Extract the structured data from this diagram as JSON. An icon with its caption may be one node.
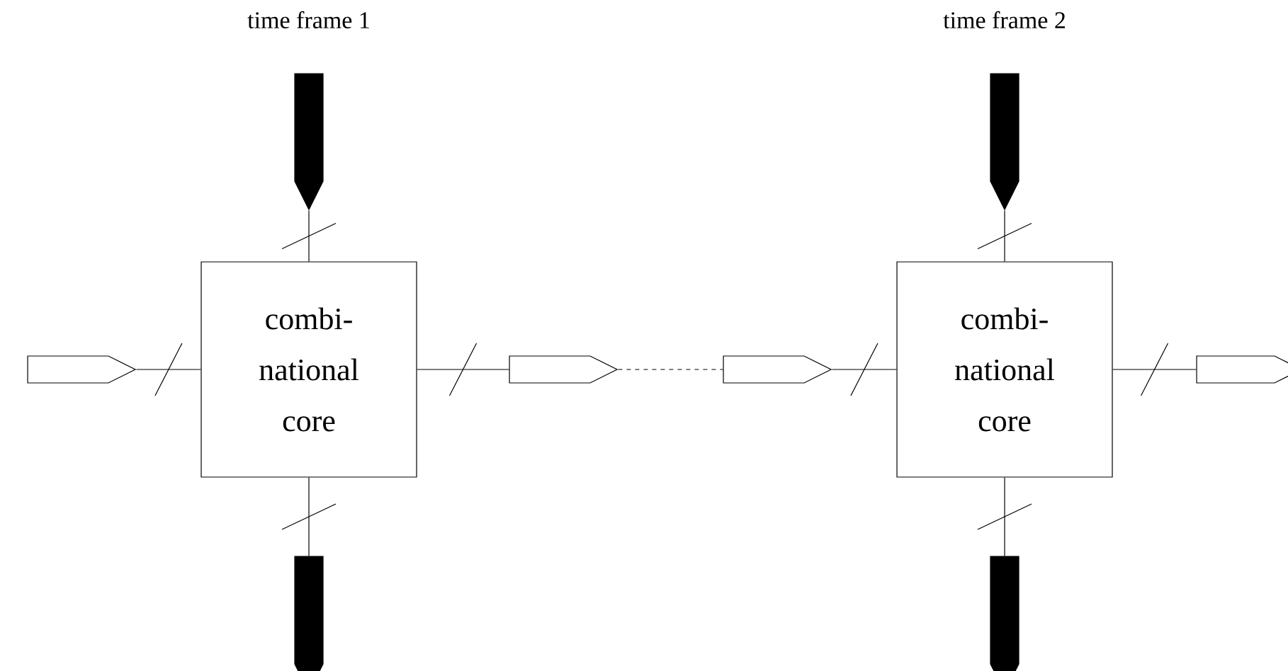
{
  "diagram": {
    "nodes": [
      {
        "text": [
          "combi- national core"
        ]
      },
      {
        "text": [],
        "shape": "pentagon"
      },
      {
        "text": [],
        "shape": "pentagon"
      },
      {
        "text": [],
        "shape": "pentagon"
      },
      {
        "text": [],
        "shape": "pentagon"
      },
      {
        "text": [
          "combi- national core"
        ]
      },
      {
        "text": [],
        "shape": "pentagon"
      },
      {
        "text": [],
        "shape": "pentagon"
      },
      {
        "text": [],
        "shape": "pentagon"
      },
      {
        "text": [],
        "shape": "pentagon"
      }
    ],
    "edges": [
      {
        "from": 1,
        "to": 0,
        "arrow": "none"
      },
      {
        "from": 0,
        "to": 2,
        "arrow": "none"
      },
      {
        "from": 3,
        "to": 0,
        "arrow": "none"
      },
      {
        "from": 0,
        "to": 4,
        "arrow": "none"
      },
      {
        "from": 4,
        "to": 8,
        "arrow": "none",
        "style": "dashed"
      },
      {
        "from": 8,
        "to": 5,
        "arrow": "none"
      },
      {
        "from": 5,
        "to": 9,
        "arrow": "none"
      },
      {
        "from": 6,
        "to": 5,
        "arrow": "none"
      },
      {
        "from": 5,
        "to": 7,
        "arrow": "none"
      }
    ],
    "labels": [
      "time frame 1",
      "time frame 2"
    ]
  }
}
